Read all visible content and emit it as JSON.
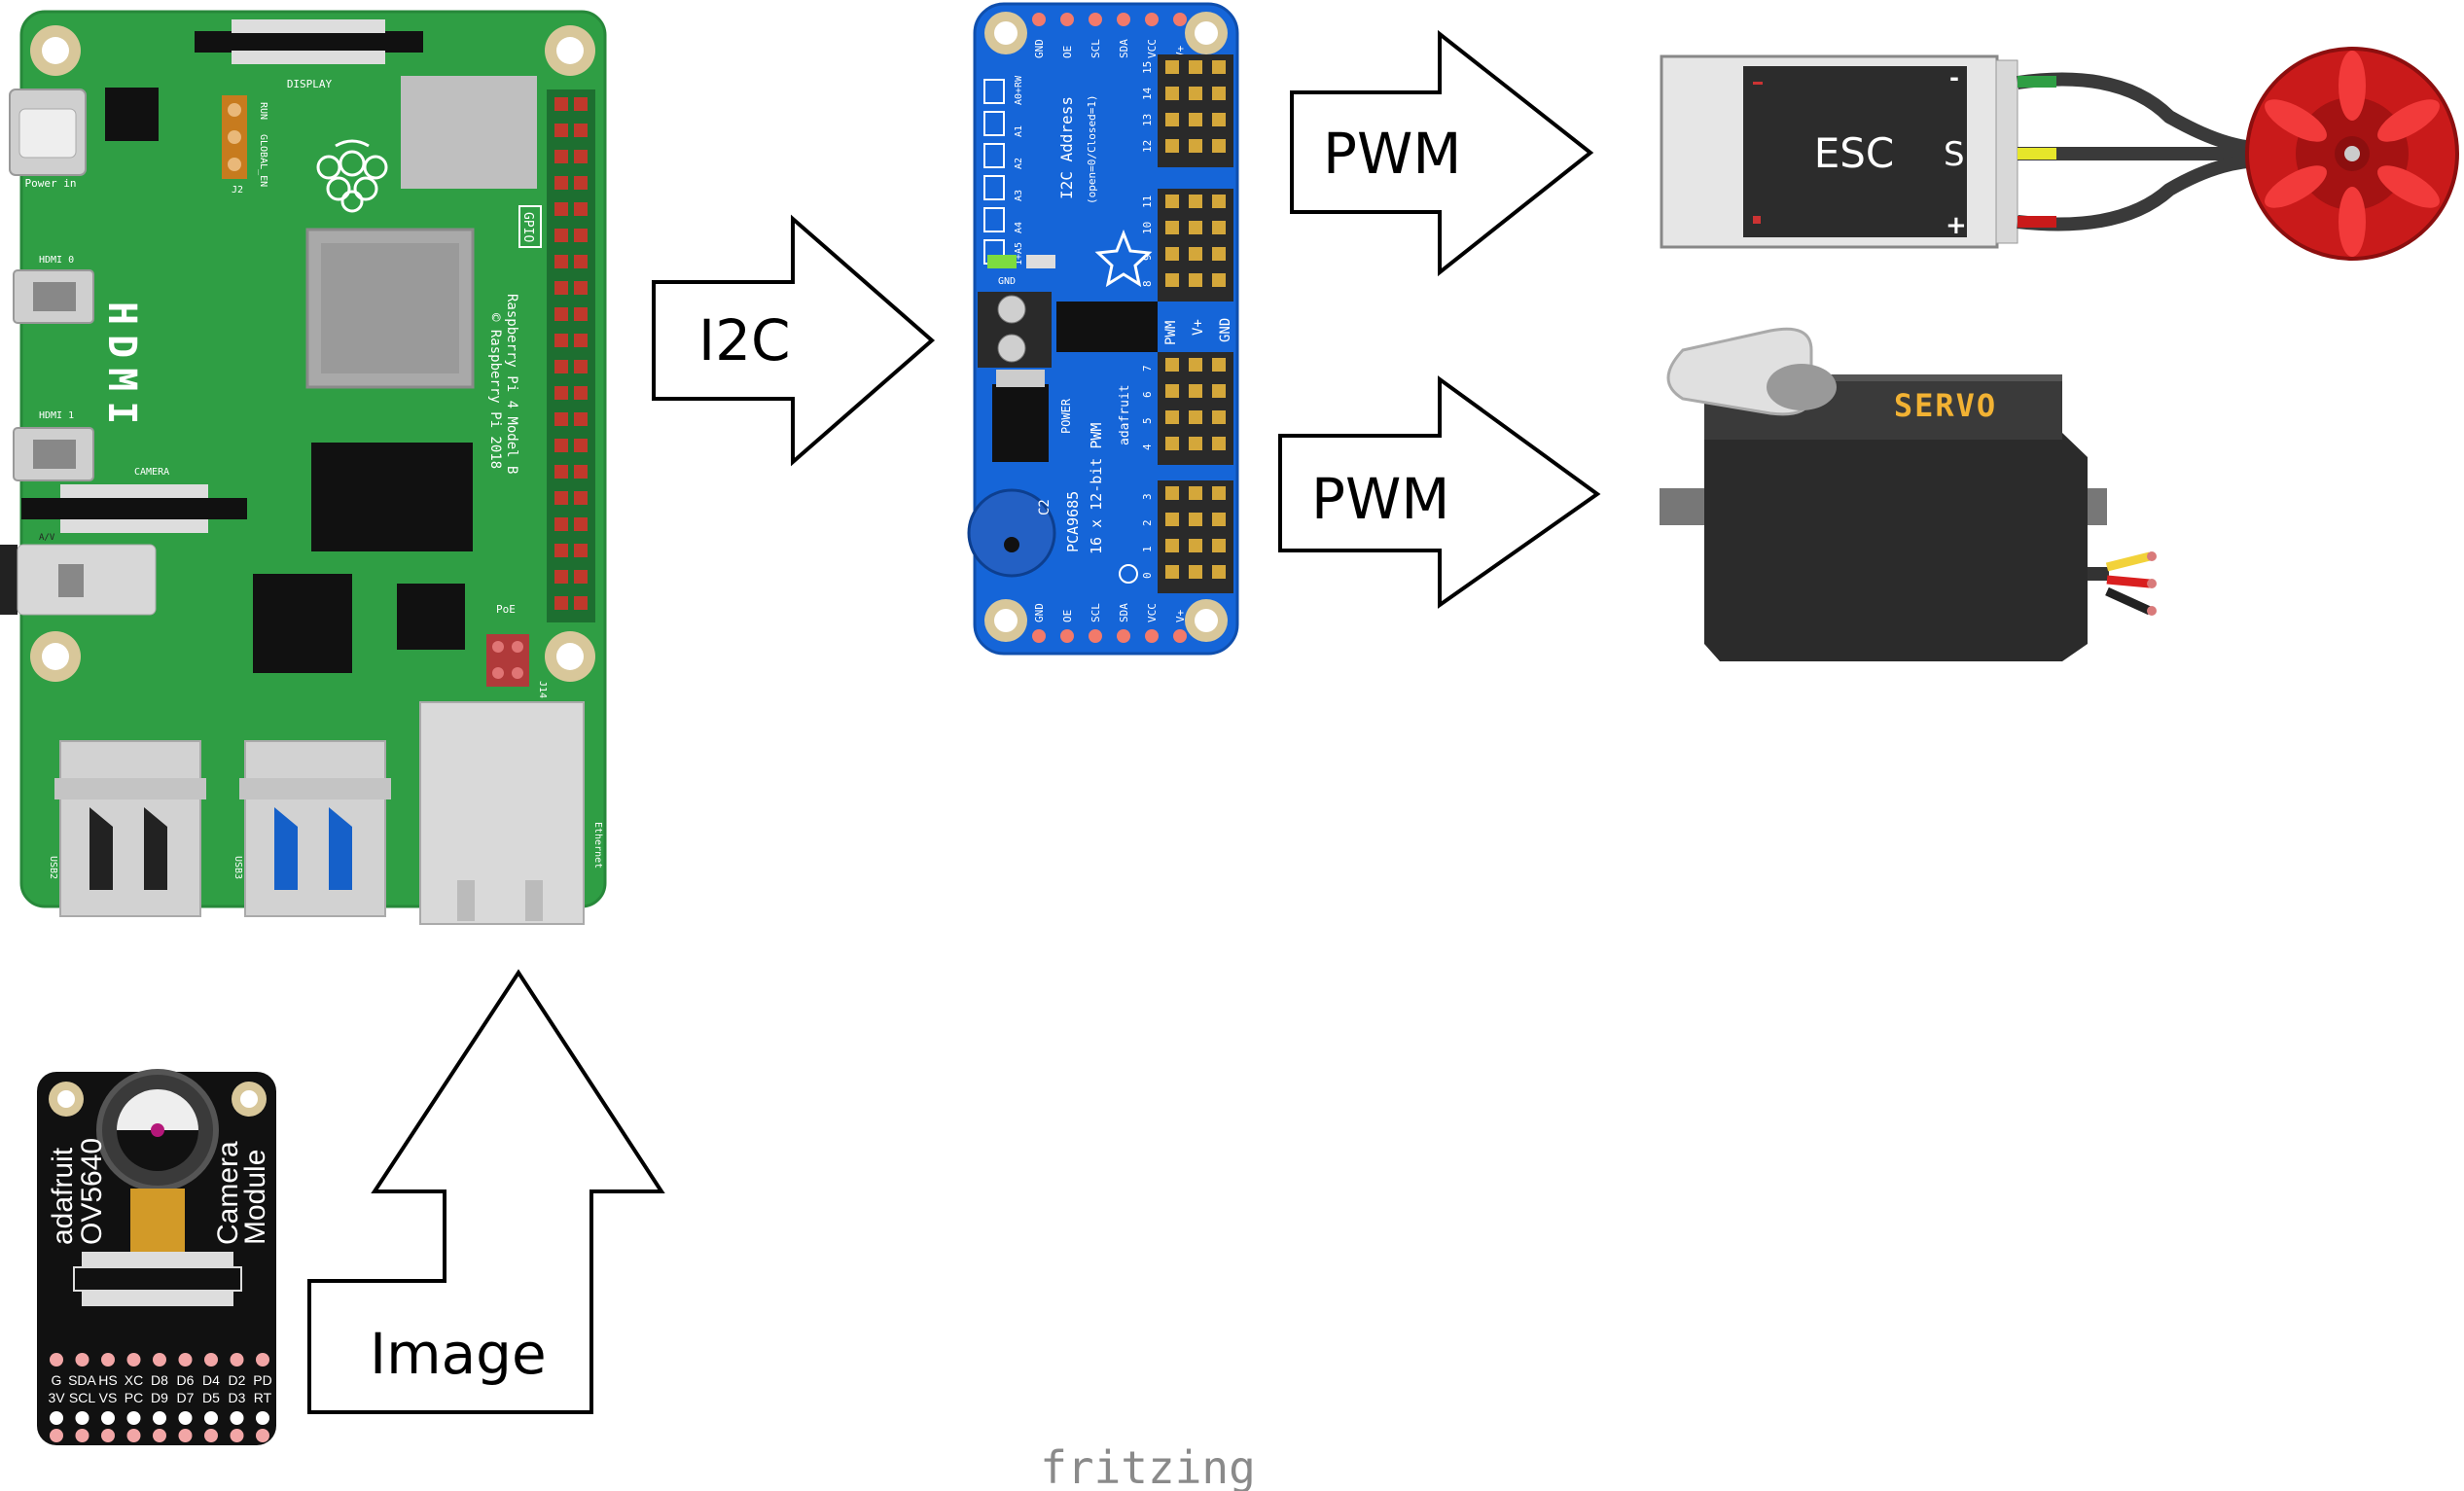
{
  "raspberry_pi": {
    "display_label": "DISPLAY",
    "power_label": "Power in",
    "hdmi_big": "HDMI",
    "hdmi0": "HDMI 0",
    "hdmi1": "HDMI 1",
    "camera_label": "CAMERA",
    "av_label": "A/V",
    "run_label": "RUN",
    "global_en_label": "GLOBAL_EN",
    "j2_label": "J2",
    "gpio_label": "GPIO",
    "model_line1": "Raspberry Pi 4 Model B",
    "model_line2": "© Raspberry Pi 2018",
    "poe_label": "PoE",
    "j14_label": "J14",
    "usb2_label": "USB2",
    "usb3_label": "USB3",
    "ethernet_label": "Ethernet"
  },
  "pca_board": {
    "top_pins": [
      "GND",
      "OE",
      "SCL",
      "SDA",
      "VCC",
      "V+"
    ],
    "bottom_pins": [
      "GND",
      "OE",
      "SCL",
      "SDA",
      "VCC",
      "V+"
    ],
    "addr_pads": [
      "A0+RW",
      "A1",
      "A2",
      "A3",
      "A4",
      "1+A5"
    ],
    "title_line1": "I2C Address",
    "title_line2": "(open=0/Closed=1)",
    "chip_line1": "PCA9685",
    "chip_line2": "16 x 12-bit PWM",
    "brand": "adafruit",
    "power_label": "POWER",
    "gnd_label": "GND",
    "vplus_label": "V+",
    "header_pwm": "PWM",
    "header_vplus": "V+",
    "header_gnd": "GND",
    "cap_label": "C2",
    "channel_numbers": [
      "15",
      "14",
      "13",
      "12",
      "11",
      "10",
      "9",
      "8",
      "7",
      "6",
      "5",
      "4",
      "3",
      "2",
      "1",
      "0"
    ]
  },
  "arrows": {
    "i2c": "I2C",
    "pwm_top": "PWM",
    "pwm_bottom": "PWM",
    "image": "Image"
  },
  "esc": {
    "label": "ESC",
    "minus": "-",
    "signal": "S",
    "plus": "+"
  },
  "servo": {
    "label": "SERVO"
  },
  "camera_module": {
    "brand": "adafruit",
    "model": "OV5640",
    "title_line1": "Camera",
    "title_line2": "Module",
    "pin_row1": [
      "G",
      "SDA",
      "HS",
      "XC",
      "D8",
      "D6",
      "D4",
      "D2",
      "PD"
    ],
    "pin_row2": [
      "3V",
      "SCL",
      "VS",
      "PC",
      "D9",
      "D7",
      "D5",
      "D3",
      "RT"
    ]
  },
  "watermark": "fritzing",
  "colors": {
    "pi_green": "#2f9e44",
    "pca_blue": "#1565d8",
    "camera_black": "#111111",
    "esc_body": "#e6e6e6",
    "servo_body": "#2b2b2b",
    "motor_red": "#c91a1a",
    "servo_label_yellow": "#f2b233",
    "watermark_gray": "#8a8a8a"
  }
}
